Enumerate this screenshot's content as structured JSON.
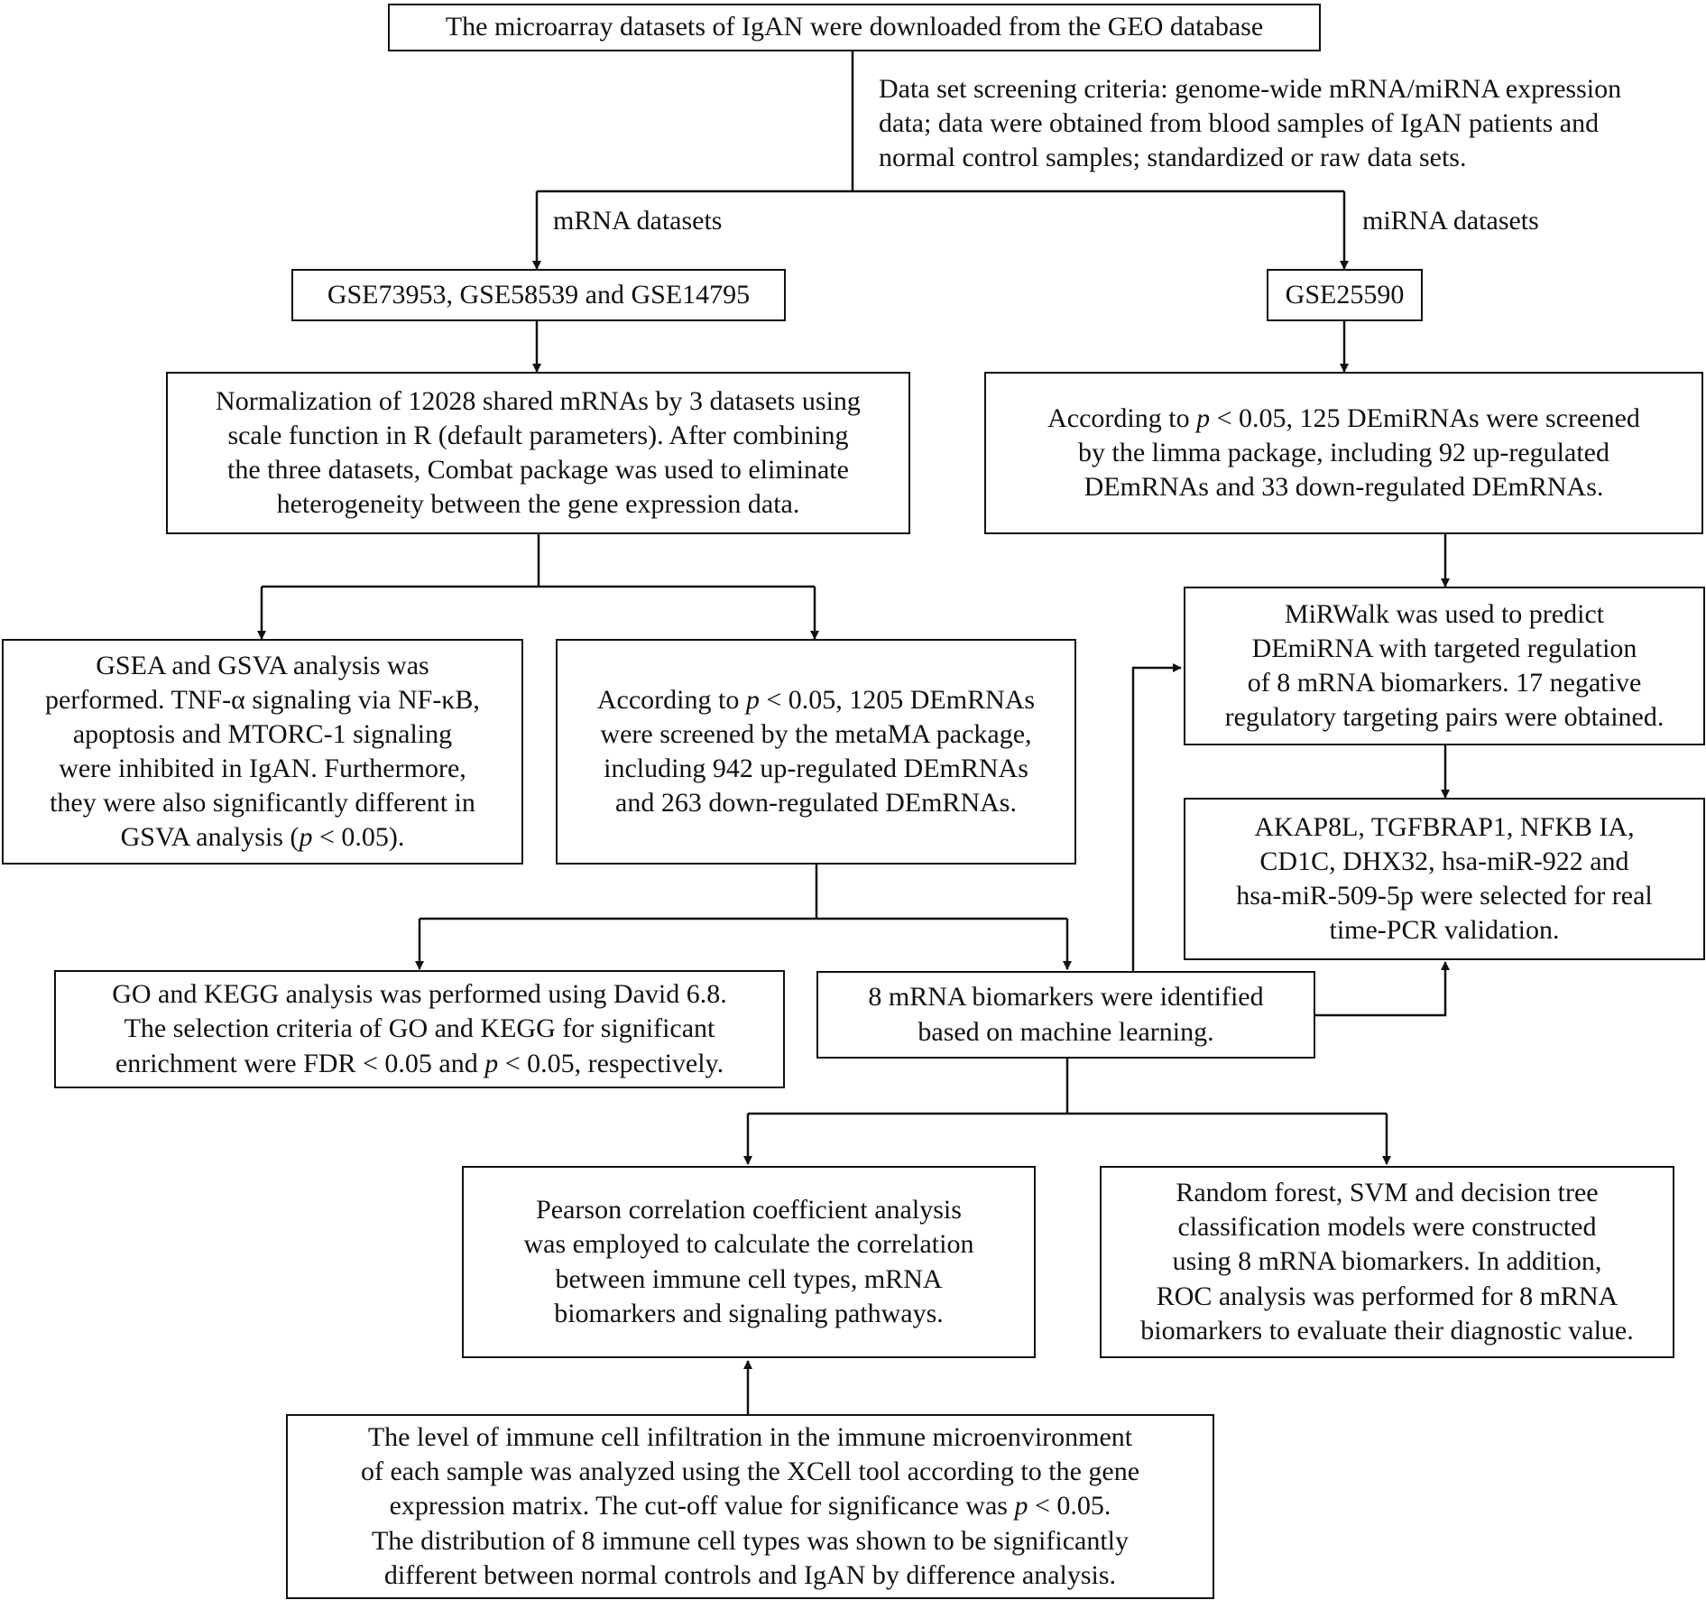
{
  "diagram": {
    "top_box": {
      "lines": [
        "The microarray datasets of IgAN were downloaded from the GEO database"
      ]
    },
    "criteria_note": {
      "lines": [
        "Data set screening criteria: genome-wide mRNA/miRNA expression",
        "data; data were obtained from blood samples of IgAN patients and",
        "normal control samples; standardized or raw data sets."
      ]
    },
    "mrna_branch_label": "mRNA datasets",
    "mirna_branch_label": "miRNA datasets",
    "mrna_datasets_box": {
      "lines": [
        "GSE73953, GSE58539 and GSE14795"
      ]
    },
    "mirna_dataset_box": {
      "lines": [
        "GSE25590"
      ]
    },
    "normalization_box": {
      "lines": [
        "Normalization of 12028 shared mRNAs by 3 datasets using",
        "scale function in R (default parameters). After combining",
        "the three datasets, Combat package was used to eliminate",
        "heterogeneity between the gene expression data."
      ]
    },
    "demirna_box": {
      "line1_pre": "According to ",
      "line1_italic": "p",
      "line1_post": " < 0.05, 125 DEmiRNAs were screened",
      "lines_rest": [
        "by the limma package, including 92 up-regulated",
        "DEmRNAs and 33 down-regulated DEmRNAs."
      ]
    },
    "gsea_box": {
      "lines": [
        "GSEA and GSVA analysis was",
        "performed. TNF-α signaling via NF-κB,",
        "apoptosis and MTORC-1 signaling",
        "were inhibited in IgAN. Furthermore,",
        "they were also significantly different in"
      ],
      "last_pre": "GSVA analysis (",
      "last_italic": "p",
      "last_post": " < 0.05)."
    },
    "demrna_box": {
      "line1_pre": "According to ",
      "line1_italic": "p",
      "line1_post": " < 0.05, 1205 DEmRNAs",
      "lines_rest": [
        "were screened by the metaMA package,",
        "including 942 up-regulated DEmRNAs",
        "and 263 down-regulated DEmRNAs."
      ]
    },
    "mirwalk_box": {
      "lines": [
        "MiRWalk was used to predict",
        "DEmiRNA with targeted regulation",
        "of 8 mRNA biomarkers. 17 negative",
        "regulatory targeting pairs were obtained."
      ]
    },
    "validation_box": {
      "lines": [
        "AKAP8L, TGFBRAP1, NFKB IA,",
        "CD1C, DHX32, hsa-miR-922 and",
        "hsa-miR-509-5p were selected for real",
        "time-PCR validation."
      ]
    },
    "go_kegg_box": {
      "lines": [
        "GO and KEGG analysis was performed using David 6.8.",
        "The selection criteria of GO and KEGG for significant"
      ],
      "last_pre": "enrichment were FDR < 0.05 and ",
      "last_italic": "p",
      "last_post": " < 0.05, respectively."
    },
    "biomarkers_box": {
      "lines": [
        "8 mRNA biomarkers were identified",
        "based on machine learning."
      ]
    },
    "pearson_box": {
      "lines": [
        "Pearson correlation coefficient analysis",
        "was employed to calculate the correlation",
        "between immune cell types, mRNA",
        "biomarkers and signaling pathways."
      ]
    },
    "classifier_box": {
      "lines": [
        "Random forest, SVM and decision tree",
        "classification models were constructed",
        "using 8 mRNA biomarkers. In addition,",
        "ROC analysis was performed for 8 mRNA",
        "biomarkers to evaluate their diagnostic value."
      ]
    },
    "xcell_box": {
      "lines_pre": [
        "The level of immune cell infiltration in the immune microenvironment",
        "of each sample was analyzed using the XCell tool according to the gene"
      ],
      "italic_line_pre": "expression matrix. The cut-off value for significance was ",
      "italic_line_italic": "p",
      "italic_line_post": " < 0.05.",
      "lines_post": [
        "The distribution of 8 immune cell types was shown to be significantly",
        "different between normal controls and IgAN by difference analysis."
      ]
    }
  }
}
